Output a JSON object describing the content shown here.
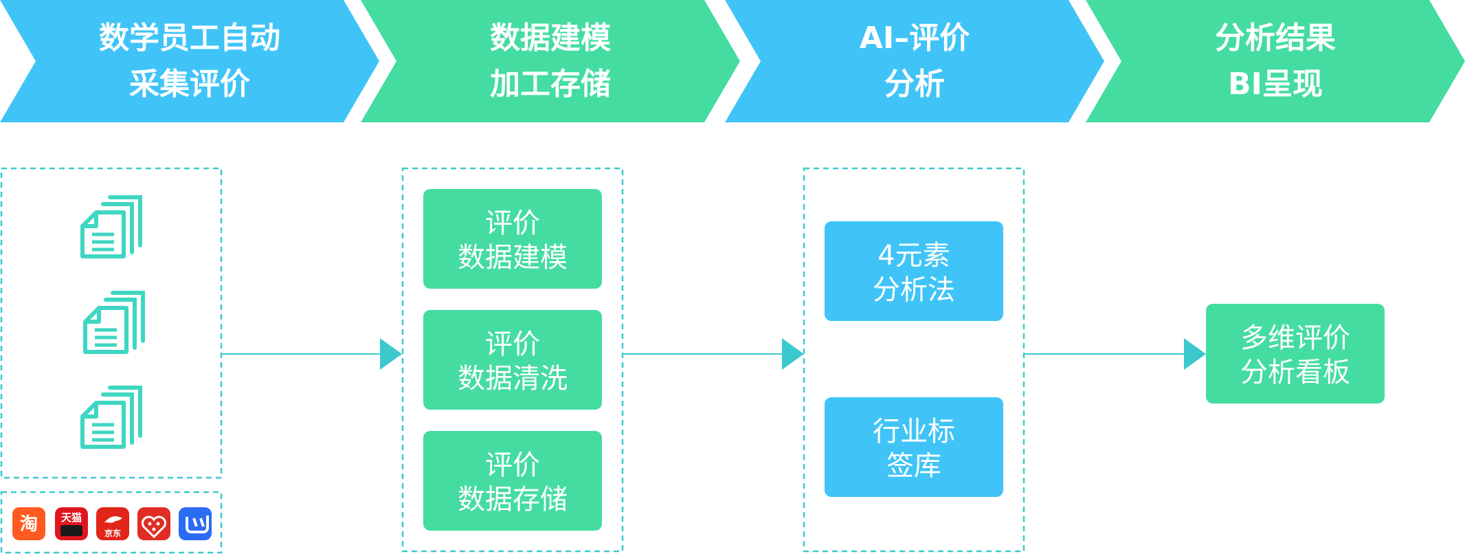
{
  "colors": {
    "blue": "#40C4F7",
    "green": "#45DCA1",
    "teal_stroke": "#3BC9CD",
    "arrow": "#3BC9CD"
  },
  "chevrons": [
    {
      "line1": "数学员工自动",
      "line2": "采集评价",
      "color": "blue"
    },
    {
      "line1": "数据建模",
      "line2": "加工存储",
      "color": "green"
    },
    {
      "line1": "AI–评价",
      "line2": "分析",
      "color": "blue"
    },
    {
      "line1": "分析结果",
      "line2": "BI呈现",
      "color": "green"
    }
  ],
  "document_icons": [
    "document-stack-icon",
    "document-stack-icon",
    "document-stack-icon"
  ],
  "apps": [
    {
      "name": "taobao-app-icon",
      "label": "淘",
      "color": "#FF5A1F"
    },
    {
      "name": "tmall-app-icon",
      "label": "天猫",
      "color": "#E0161F"
    },
    {
      "name": "jd-app-icon",
      "label": "京东",
      "color": "#E1251B"
    },
    {
      "name": "pinduoduo-app-icon",
      "label": "",
      "color": "#E02E24"
    },
    {
      "name": "app-icon-blue",
      "label": "",
      "color": "#2B6CF5"
    }
  ],
  "stage2_boxes": [
    {
      "line1": "评价",
      "line2": "数据建模"
    },
    {
      "line1": "评价",
      "line2": "数据清洗"
    },
    {
      "line1": "评价",
      "line2": "数据存储"
    }
  ],
  "stage3_boxes": [
    {
      "line1": "4元素",
      "line2": "分析法"
    },
    {
      "line1": "行业标",
      "line2": "签库"
    }
  ],
  "stage4_box": {
    "line1": "多维评价",
    "line2": "分析看板"
  }
}
